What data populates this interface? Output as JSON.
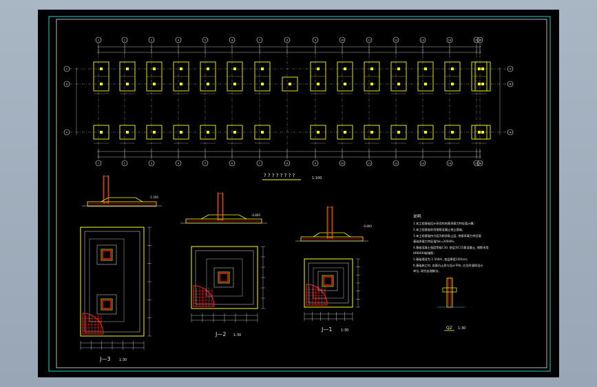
{
  "drawing": {
    "plan_title": "? ? ? ? ? ? ? ?",
    "plan_scale": "1:100",
    "axes_top": [
      "1",
      "2",
      "3",
      "4",
      "5",
      "6",
      "7",
      "8",
      "9",
      "10",
      "11",
      "12",
      "13",
      "14",
      "15",
      "16"
    ],
    "axes_left": [
      "C",
      "B",
      "A"
    ],
    "detail_j3": {
      "label": "J—3",
      "scale": "1:30"
    },
    "detail_j2": {
      "label": "J—2",
      "scale": "1:30"
    },
    "detail_j1": {
      "label": "J—1",
      "scale": "1:30"
    },
    "detail_qz": {
      "label": "QZ",
      "scale": "1:30"
    },
    "level_1": "-1.500",
    "level_2": "-0.800",
    "notes": {
      "heading": "说明:",
      "lines": [
        "1.本工程基础设计采用的地基承载力特征值计算;",
        "2.本工程基础采用钢筋混凝土独立基础;",
        "3.本工程基础持力层为粉质粘土层, 地基承载力特征值",
        "基础承载力特征值fak=200kPa;",
        "4.基础混凝土强度等级C30, 垫层为C15素混凝土, 钢筋采用",
        "HRB400级钢筋;",
        "5.基础埋深为-1.500m, 垫层厚度100mm;",
        "6.基础施工时, 若基坑土质与设计不符, 应及时通知设计",
        "单位, 研究处理解决。"
      ]
    }
  }
}
